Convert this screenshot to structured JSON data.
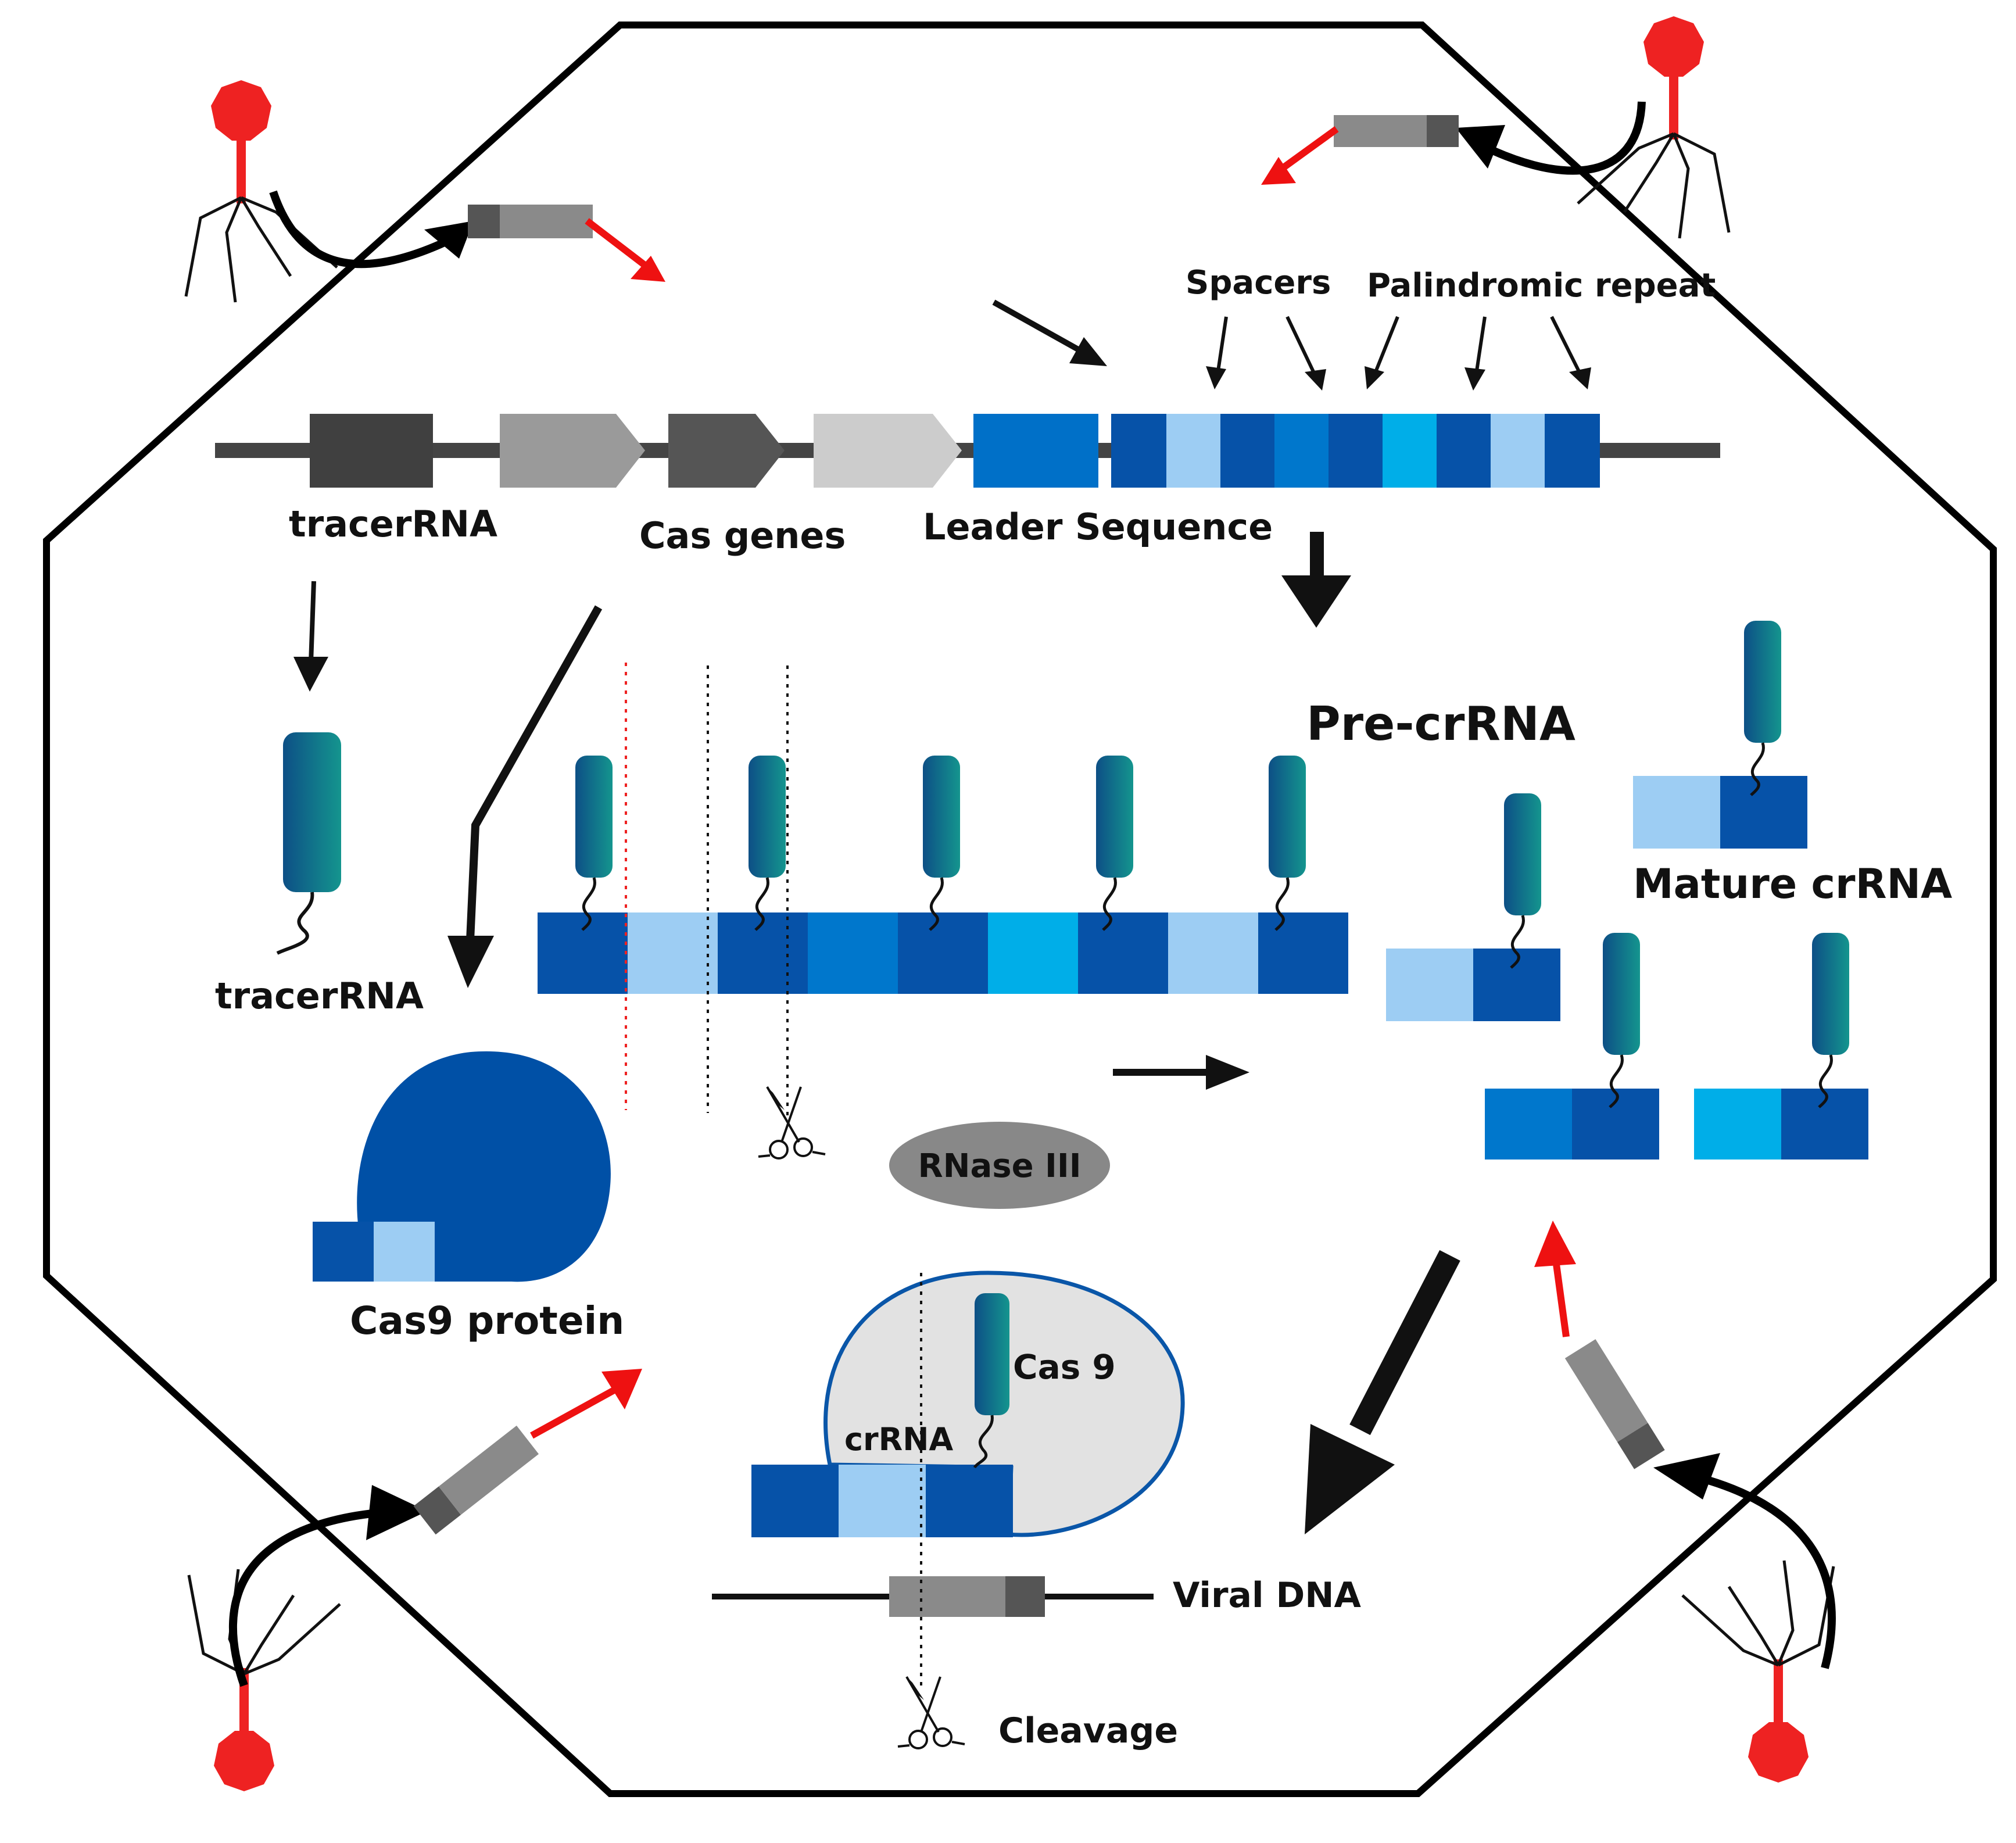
{
  "labels": {
    "spacers": "Spacers",
    "palindromic_repeat": "Palindromic repeat",
    "tracer_rna_gene": "tracerRNA",
    "cas_genes": "Cas genes",
    "leader_sequence": "Leader Sequence",
    "pre_crrna": "Pre-crRNA",
    "mature_crrna": "Mature crRNA",
    "tracer_rna": "tracerRNA",
    "rnase_iii": "RNase III",
    "cas9_protein": "Cas9 protein",
    "cas9": "Cas 9",
    "crrna": "crRNA",
    "viral_dna": "Viral DNA",
    "cleavage": "Cleavage"
  },
  "colors": {
    "outline": "#000000",
    "phage": "#ee2222",
    "arrow_red": "#ee1111",
    "gene_dark": "#404040",
    "gene_mid": "#555555",
    "gene_light_gray": "#9a9a9a",
    "gene_pale_gray": "#cccccc",
    "repeat_dark": "#0652a8",
    "spacer_light": "#9dcdf3",
    "spacer_mid": "#0077cc",
    "spacer_cyan": "#00aee8",
    "leader": "#0070c8",
    "cas9_blob": "#0050a6",
    "rnase": "#888888",
    "complex_fill": "#e2e2e2",
    "complex_stroke": "#0a56a8",
    "teal_top": "#14958e",
    "teal_bottom": "#0d4f86"
  },
  "icons": [
    "phage-icon",
    "scissors-icon"
  ]
}
